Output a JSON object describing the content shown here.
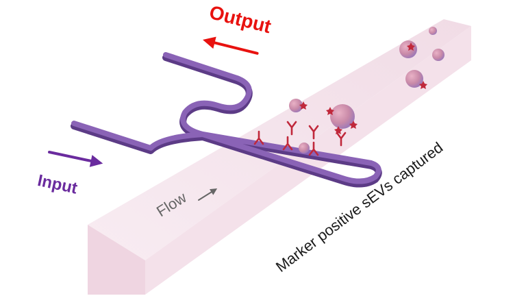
{
  "labels": {
    "output": "Output",
    "input": "Input",
    "flow": "Flow",
    "captured": "Marker positive sEVs captured"
  },
  "colors": {
    "output": "#e8120f",
    "input": "#6a2b9e",
    "flow_text": "#666666",
    "captured_text": "#1a1a1a",
    "channel_block_top": "#f6e6ee",
    "channel_block_front": "#efd6e2",
    "microfluidic_chip": "#7d55a8",
    "antibody": "#c0283b",
    "vesicle": "#c98aa8"
  },
  "icons": {
    "output_arrow": "left-arrow-icon",
    "input_arrow": "right-arrow-icon",
    "flow_arrow": "right-arrow-icon",
    "antibody": "y-shaped-antibody-icon",
    "vesicle": "extracellular-vesicle-icon"
  }
}
